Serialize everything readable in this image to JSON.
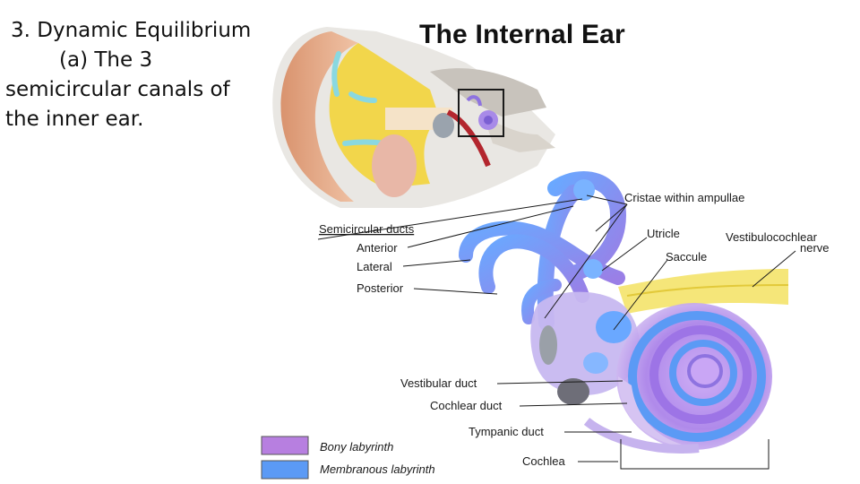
{
  "slide": {
    "heading_line1": "3. Dynamic Equilibrium",
    "heading_line2": "(a) The 3",
    "heading_line3": "semicircular canals of",
    "heading_line4": "the inner ear."
  },
  "figure": {
    "title": "The Internal Ear",
    "labels": {
      "semicircular_ducts": "Semicircular ducts",
      "anterior": "Anterior",
      "lateral": "Lateral",
      "posterior": "Posterior",
      "cristae": "Cristae within ampullae",
      "utricle": "Utricle",
      "saccule": "Saccule",
      "vestibulocochlear_1": "Vestibulocochlear",
      "vestibulocochlear_2": "nerve",
      "vestibular_duct": "Vestibular duct",
      "cochlear_duct": "Cochlear duct",
      "tympanic_duct": "Tympanic duct",
      "cochlea": "Cochlea"
    },
    "legend": [
      {
        "label": "Bony labyrinth",
        "color": "#b77fe0"
      },
      {
        "label": "Membranous labyrinth",
        "color": "#5b9af5"
      }
    ]
  }
}
